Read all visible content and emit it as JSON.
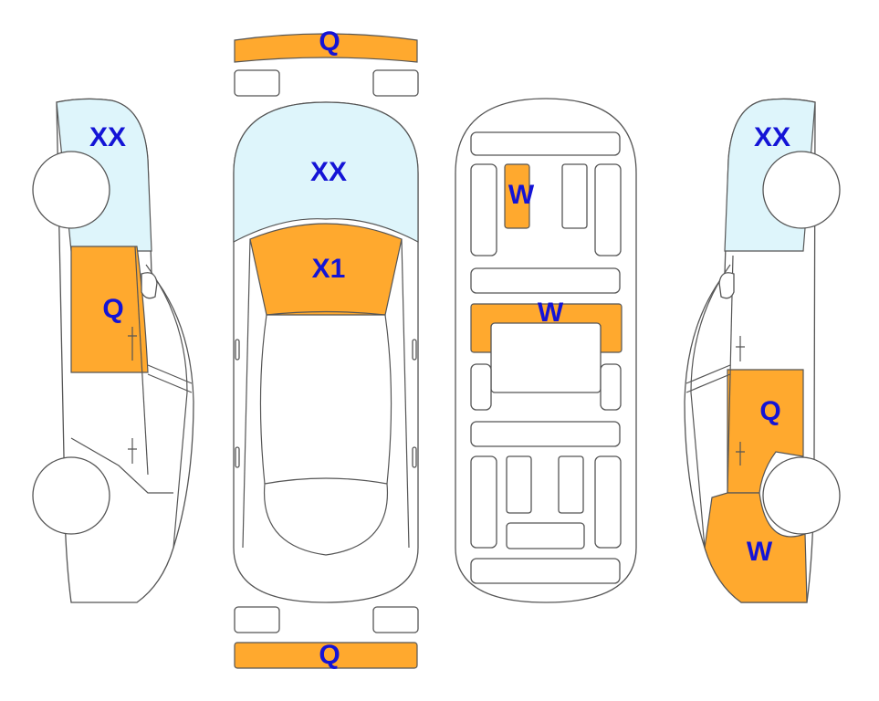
{
  "colors": {
    "damage": "#FFA92E",
    "glass": "#DEF5FB",
    "label": "#1414D6",
    "outline": "#555555"
  },
  "labels": {
    "front_bumper": "Q",
    "top_windshield": "XX",
    "top_hood": "X1",
    "rear_bumper": "Q",
    "interior_seat": "W",
    "interior_dash": "W",
    "left_glass": "XX",
    "left_door": "Q",
    "right_glass": "XX",
    "right_door": "Q",
    "right_fender": "W"
  }
}
